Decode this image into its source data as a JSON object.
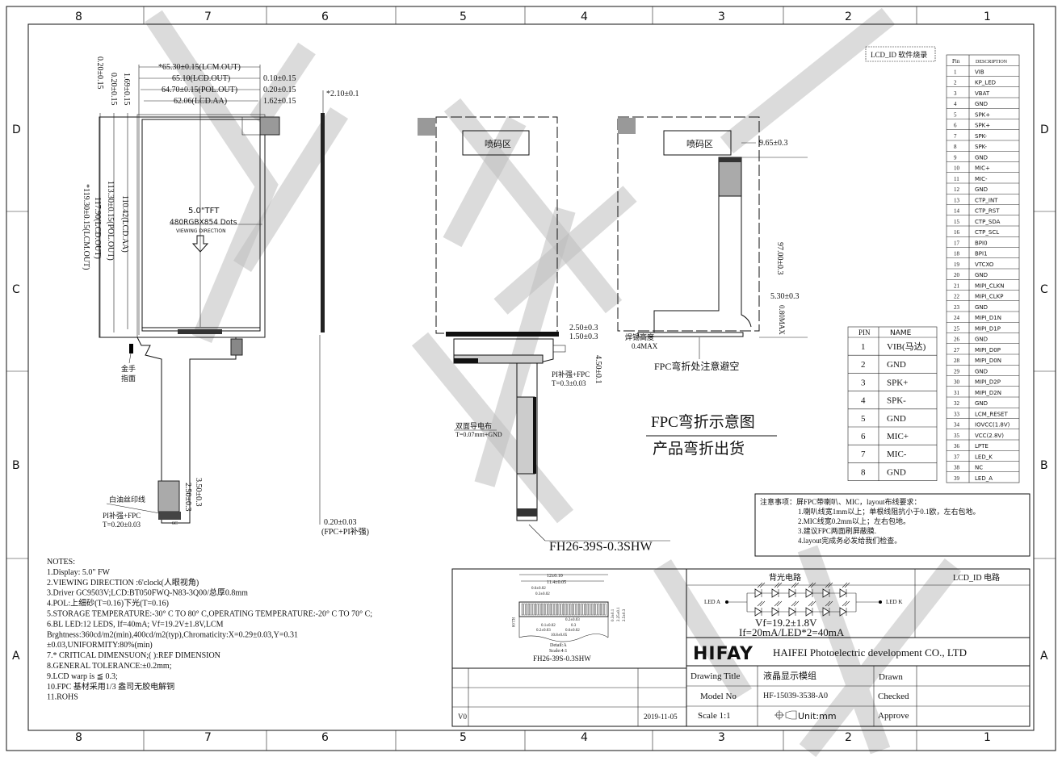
{
  "frame": {
    "columns": [
      "8",
      "7",
      "6",
      "5",
      "4",
      "3",
      "2",
      "1"
    ],
    "rows": [
      "D",
      "C",
      "B",
      "A"
    ]
  },
  "front_view": {
    "dims_top": [
      "*65.30±0.15(LCM.OUT)",
      "65.10(LCD.OUT)",
      "64.70±0.15(POL.OUT)",
      "62.06(LCD.AA)"
    ],
    "dims_right": [
      "0.10±0.15",
      "0.20±0.15",
      "1.62±0.15"
    ],
    "dims_left_top": [
      "0.20±0.15",
      "0.20±0.15",
      "1.69±0.15"
    ],
    "dims_left": [
      "*119.30±0.15(LCM.OUT)",
      "117.90(LCD.OUT)",
      "113.30±0.15(POL.OUT)",
      "110.42(LCD.AA)"
    ],
    "center_line1": "5.0\"TFT",
    "center_line2": "480RGBX854 Dots",
    "viewing_direction": "VIEWING DIRECTION",
    "gold_finger": [
      "金手",
      "指面"
    ],
    "silk_line": "白油丝印线",
    "stiffener": [
      "PI补强+FPC",
      "T=0.20±0.03"
    ],
    "dims_fpc": [
      "3.50±0.3",
      "2.50±0.3"
    ],
    "pin_mark": "6C"
  },
  "side_view": {
    "thickness": "*2.10±0.1",
    "fpc_thickness": "0.20±0.03",
    "fpc_note": "(FPC+PI补强)"
  },
  "back_view": {
    "code_area": "喷码区",
    "dims": [
      "2.50±0.3",
      "1.50±0.3",
      "4.50±0.1"
    ],
    "stiffener": [
      "PI补强+FPC",
      "T=0.3±0.03"
    ],
    "conductive_cloth": [
      "双面导电布",
      "T=0.07mm+GND"
    ],
    "connector": "FH26-39S-0.3SHW"
  },
  "bent_view": {
    "code_area": "喷码区",
    "dims": [
      "9.65±0.3",
      "97.00±0.3",
      "5.30±0.3",
      "0.80MAX"
    ],
    "solder_height": [
      "焊锡高度",
      "0.4MAX"
    ],
    "bend_note": "FPC弯折处注意避空",
    "title1": "FPC弯折示意图",
    "title2": "产品弯折出货"
  },
  "lcd_id_label": "LCD_ID 软件烧录",
  "small_pin_table": {
    "headers": [
      "PIN",
      "NAME"
    ],
    "rows": [
      [
        "1",
        "VIB(马达)"
      ],
      [
        "2",
        "GND"
      ],
      [
        "3",
        "SPK+"
      ],
      [
        "4",
        "SPK-"
      ],
      [
        "5",
        "GND"
      ],
      [
        "6",
        "MIC+"
      ],
      [
        "7",
        "MIC-"
      ],
      [
        "8",
        "GND"
      ]
    ]
  },
  "pin_table": {
    "headers": [
      "Pin",
      "DESCRIPTION"
    ],
    "rows": [
      [
        "1",
        "VIB"
      ],
      [
        "2",
        "KP_LED"
      ],
      [
        "3",
        "VBAT"
      ],
      [
        "4",
        "GND"
      ],
      [
        "5",
        "SPK+"
      ],
      [
        "6",
        "SPK+"
      ],
      [
        "7",
        "SPK-"
      ],
      [
        "8",
        "SPK-"
      ],
      [
        "9",
        "GND"
      ],
      [
        "10",
        "MIC+"
      ],
      [
        "11",
        "MIC-"
      ],
      [
        "12",
        "GND"
      ],
      [
        "13",
        "CTP_INT"
      ],
      [
        "14",
        "CTP_RST"
      ],
      [
        "15",
        "CTP_SDA"
      ],
      [
        "16",
        "CTP_SCL"
      ],
      [
        "17",
        "BPI0"
      ],
      [
        "18",
        "BPI1"
      ],
      [
        "19",
        "VTCXO"
      ],
      [
        "20",
        "GND"
      ],
      [
        "21",
        "MIPI_CLKN"
      ],
      [
        "22",
        "MIPI_CLKP"
      ],
      [
        "23",
        "GND"
      ],
      [
        "24",
        "MIPI_D1N"
      ],
      [
        "25",
        "MIPI_D1P"
      ],
      [
        "26",
        "GND"
      ],
      [
        "27",
        "MIPI_D0P"
      ],
      [
        "28",
        "MIPI_D0N"
      ],
      [
        "29",
        "GND"
      ],
      [
        "30",
        "MIPI_D2P"
      ],
      [
        "31",
        "MIPI_D2N"
      ],
      [
        "32",
        "GND"
      ],
      [
        "33",
        "LCM_RESET"
      ],
      [
        "34",
        "IOVCC(1.8V)"
      ],
      [
        "35",
        "VCC(2.8V)"
      ],
      [
        "36",
        "LPTE"
      ],
      [
        "37",
        "LED_K"
      ],
      [
        "38",
        "NC"
      ],
      [
        "39",
        "LED_A"
      ]
    ]
  },
  "layout_notes": [
    "注意事项：屏FPC带喇叭、MIC，layout布线要求：",
    "1.喇叭线宽1mm以上；单根线阻抗小于0.1欧，左右包地。",
    "2.MIC线宽0.2mm以上；左右包地。",
    "3.建议FPC两面刷屏蔽膜.",
    "4.layout完成务必发给我们检查。"
  ],
  "notes": [
    "NOTES:",
    "1.Display:  5.0\" FW",
    "2.VIEWING DIRECTION :6'clock(人眼视角)",
    "3.Driver GC9503V;LCD:BT050FWQ-N83-3Q00/总厚0.8mm",
    "4.POL:上细砂(T=0.16)下光(T=0.16)",
    "5.STORAGE TEMPERATURE:-30° C TO 80° C,OPERATING TEMPERATURE:-20° C TO 70° C;",
    "6.BL LED:12 LEDS, If=40mA; Vf=19.2V±1.8V,LCM",
    "Brghtness:360cd/m2(min),400cd/m2(typ),Chromaticity:X=0.29±0.03,Y=0.31",
    "±0.03,UNIFORMITY:80%(min)",
    "7.* CRITICAL DIMENSUON;( ):REF DIMENSION",
    "8.GENERAL TOLERANCE:±0.2mm;",
    "9.LCD warp is ≦ 0.3;",
    "10.FPC 基材采用1/3 盎司无胶电解铜",
    "11.ROHS"
  ],
  "detail": {
    "dims": [
      "12±0.10",
      "11.4±0.05",
      "0.6±0.02",
      "0.3±0.02",
      "0.2±0.03",
      "0.1±0.02",
      "0.3",
      "0.2±0.03",
      "0.6±0.02",
      "10.8±0.05",
      "0.3±0.1",
      "2.25±0.1",
      "2.5±0.3",
      "R2.00"
    ],
    "caption1": "Detail:A",
    "caption2": "Scale:4:1",
    "part": "FH26-39S-0.3SHW"
  },
  "title_block": {
    "backlight_header": "背光电路",
    "lcd_id_header": "LCD_ID 电路",
    "led_a": "LED A",
    "led_k": "LED K",
    "vf": "Vf=19.2±1.8V",
    "if": "If=20mA/LED*2=40mA",
    "logo": "HIFAY",
    "company": "HAIFEI Photoelectric development CO., LTD",
    "drawing_title_label": "Drawing Title",
    "drawing_title": "液晶显示模组",
    "model_label": "Model No",
    "model": "HF-15039-3538-A0",
    "scale": "Scale 1:1",
    "unit": "Unit:mm",
    "drawn": "Drawn",
    "checked": "Checked",
    "approve": "Approve",
    "revision": "V0",
    "date": "2019-11-05"
  }
}
